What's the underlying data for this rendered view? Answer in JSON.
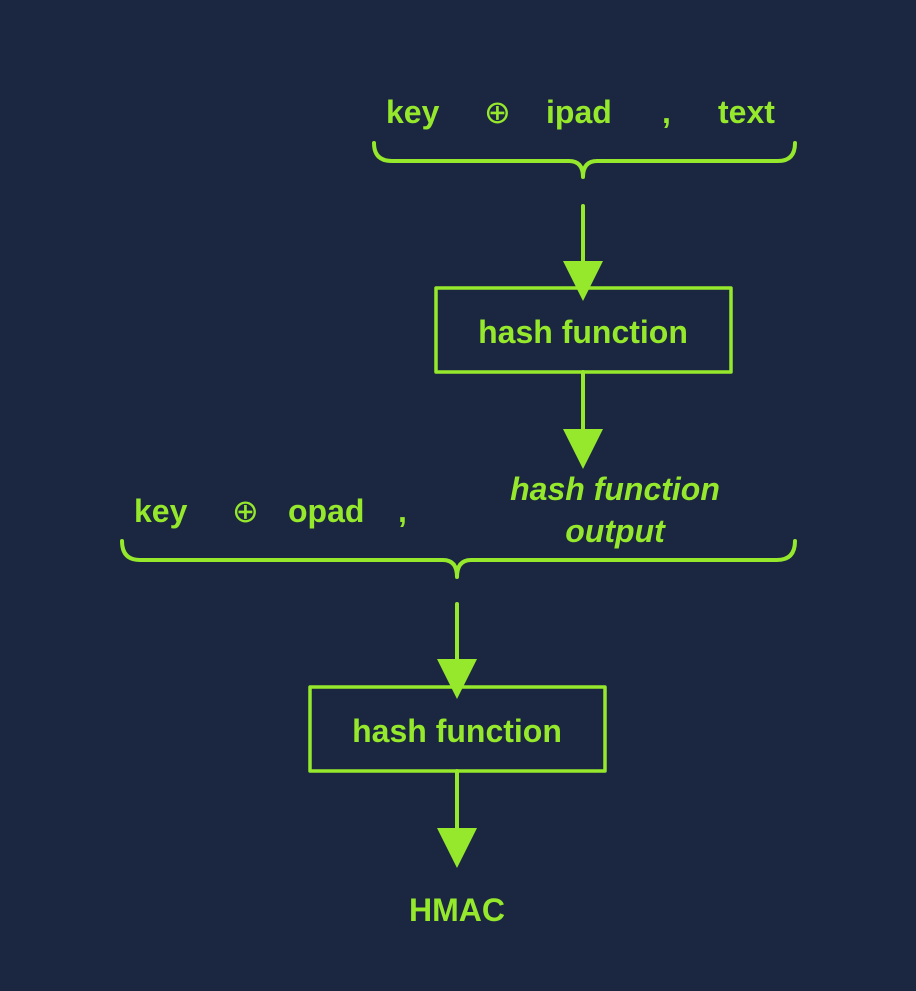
{
  "colors": {
    "background": "#1b2741",
    "accent": "#95e82b"
  },
  "stage1": {
    "key": "key",
    "op": "⊕",
    "pad": "ipad",
    "comma": ",",
    "text": "text"
  },
  "box1": {
    "label": "hash function"
  },
  "stage2": {
    "key": "key",
    "op": "⊕",
    "pad": "opad",
    "comma": ",",
    "output_line1": "hash function",
    "output_line2": "output"
  },
  "box2": {
    "label": "hash function"
  },
  "result": {
    "label": "HMAC"
  }
}
